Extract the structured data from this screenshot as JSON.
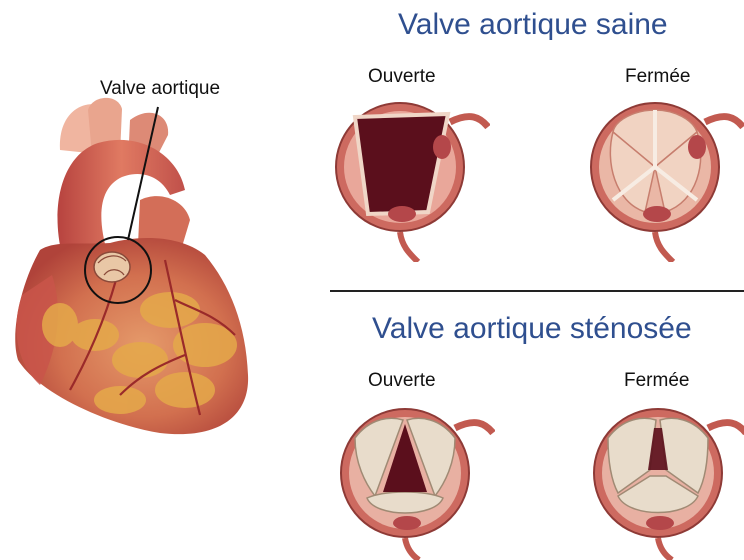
{
  "left": {
    "callout_label": "Valve aortique"
  },
  "healthy": {
    "title": "Valve aortique saine",
    "open_label": "Ouverte",
    "closed_label": "Fermée"
  },
  "stenosed": {
    "title": "Valve aortique sténosée",
    "open_label": "Ouverte",
    "closed_label": "Fermée"
  },
  "colors": {
    "title_blue": "#2f4f8f",
    "tissue_red": "#c9584e",
    "tissue_dark": "#8a2030",
    "calcification": "#e8dccb",
    "fat_yellow": "#e5a94a"
  }
}
